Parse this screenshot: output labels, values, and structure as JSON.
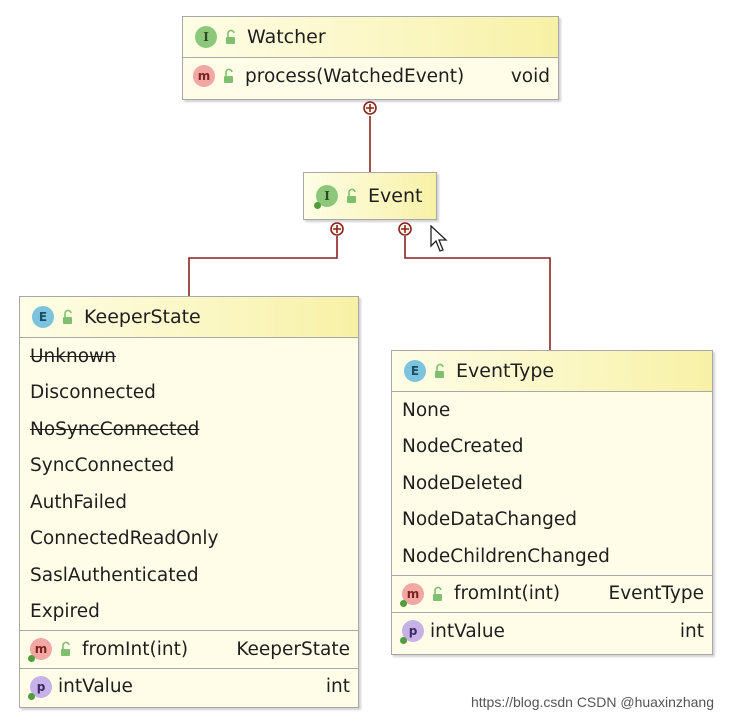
{
  "watcher": {
    "name": "Watcher",
    "kind_letter": "I",
    "methods": [
      {
        "kind_letter": "m",
        "name": "process(WatchedEvent)",
        "type": "void"
      }
    ]
  },
  "event": {
    "name": "Event",
    "kind_letter": "I"
  },
  "keeper_state": {
    "name": "KeeperState",
    "kind_letter": "E",
    "constants": [
      "Unknown",
      "Disconnected",
      "NoSyncConnected",
      "SyncConnected",
      "AuthFailed",
      "ConnectedReadOnly",
      "SaslAuthenticated",
      "Expired"
    ],
    "deprecated": [
      "Unknown",
      "NoSyncConnected"
    ],
    "methods": [
      {
        "kind_letter": "m",
        "name": "fromInt(int)",
        "type": "KeeperState"
      }
    ],
    "properties": [
      {
        "kind_letter": "p",
        "name": "intValue",
        "type": "int"
      }
    ]
  },
  "event_type": {
    "name": "EventType",
    "kind_letter": "E",
    "constants": [
      "None",
      "NodeCreated",
      "NodeDeleted",
      "NodeDataChanged",
      "NodeChildrenChanged"
    ],
    "methods": [
      {
        "kind_letter": "m",
        "name": "fromInt(int)",
        "type": "EventType"
      }
    ],
    "properties": [
      {
        "kind_letter": "p",
        "name": "intValue",
        "type": "int"
      }
    ]
  },
  "watermark": "https://blog.csdn   CSDN @huaxinzhang",
  "colors": {
    "connector": "#8b2323",
    "box_fill": "#fffde8",
    "header_gradient_end": "#f7f1a6",
    "interface_icon": "#8dc87a",
    "enum_icon": "#7cc3dd",
    "method_icon": "#f2a7a3",
    "property_icon": "#c7b2e8"
  },
  "icons": [
    "interface-icon",
    "enum-icon",
    "method-icon",
    "property-icon",
    "unlock-icon",
    "nested-class-connector",
    "mouse-cursor-icon"
  ]
}
